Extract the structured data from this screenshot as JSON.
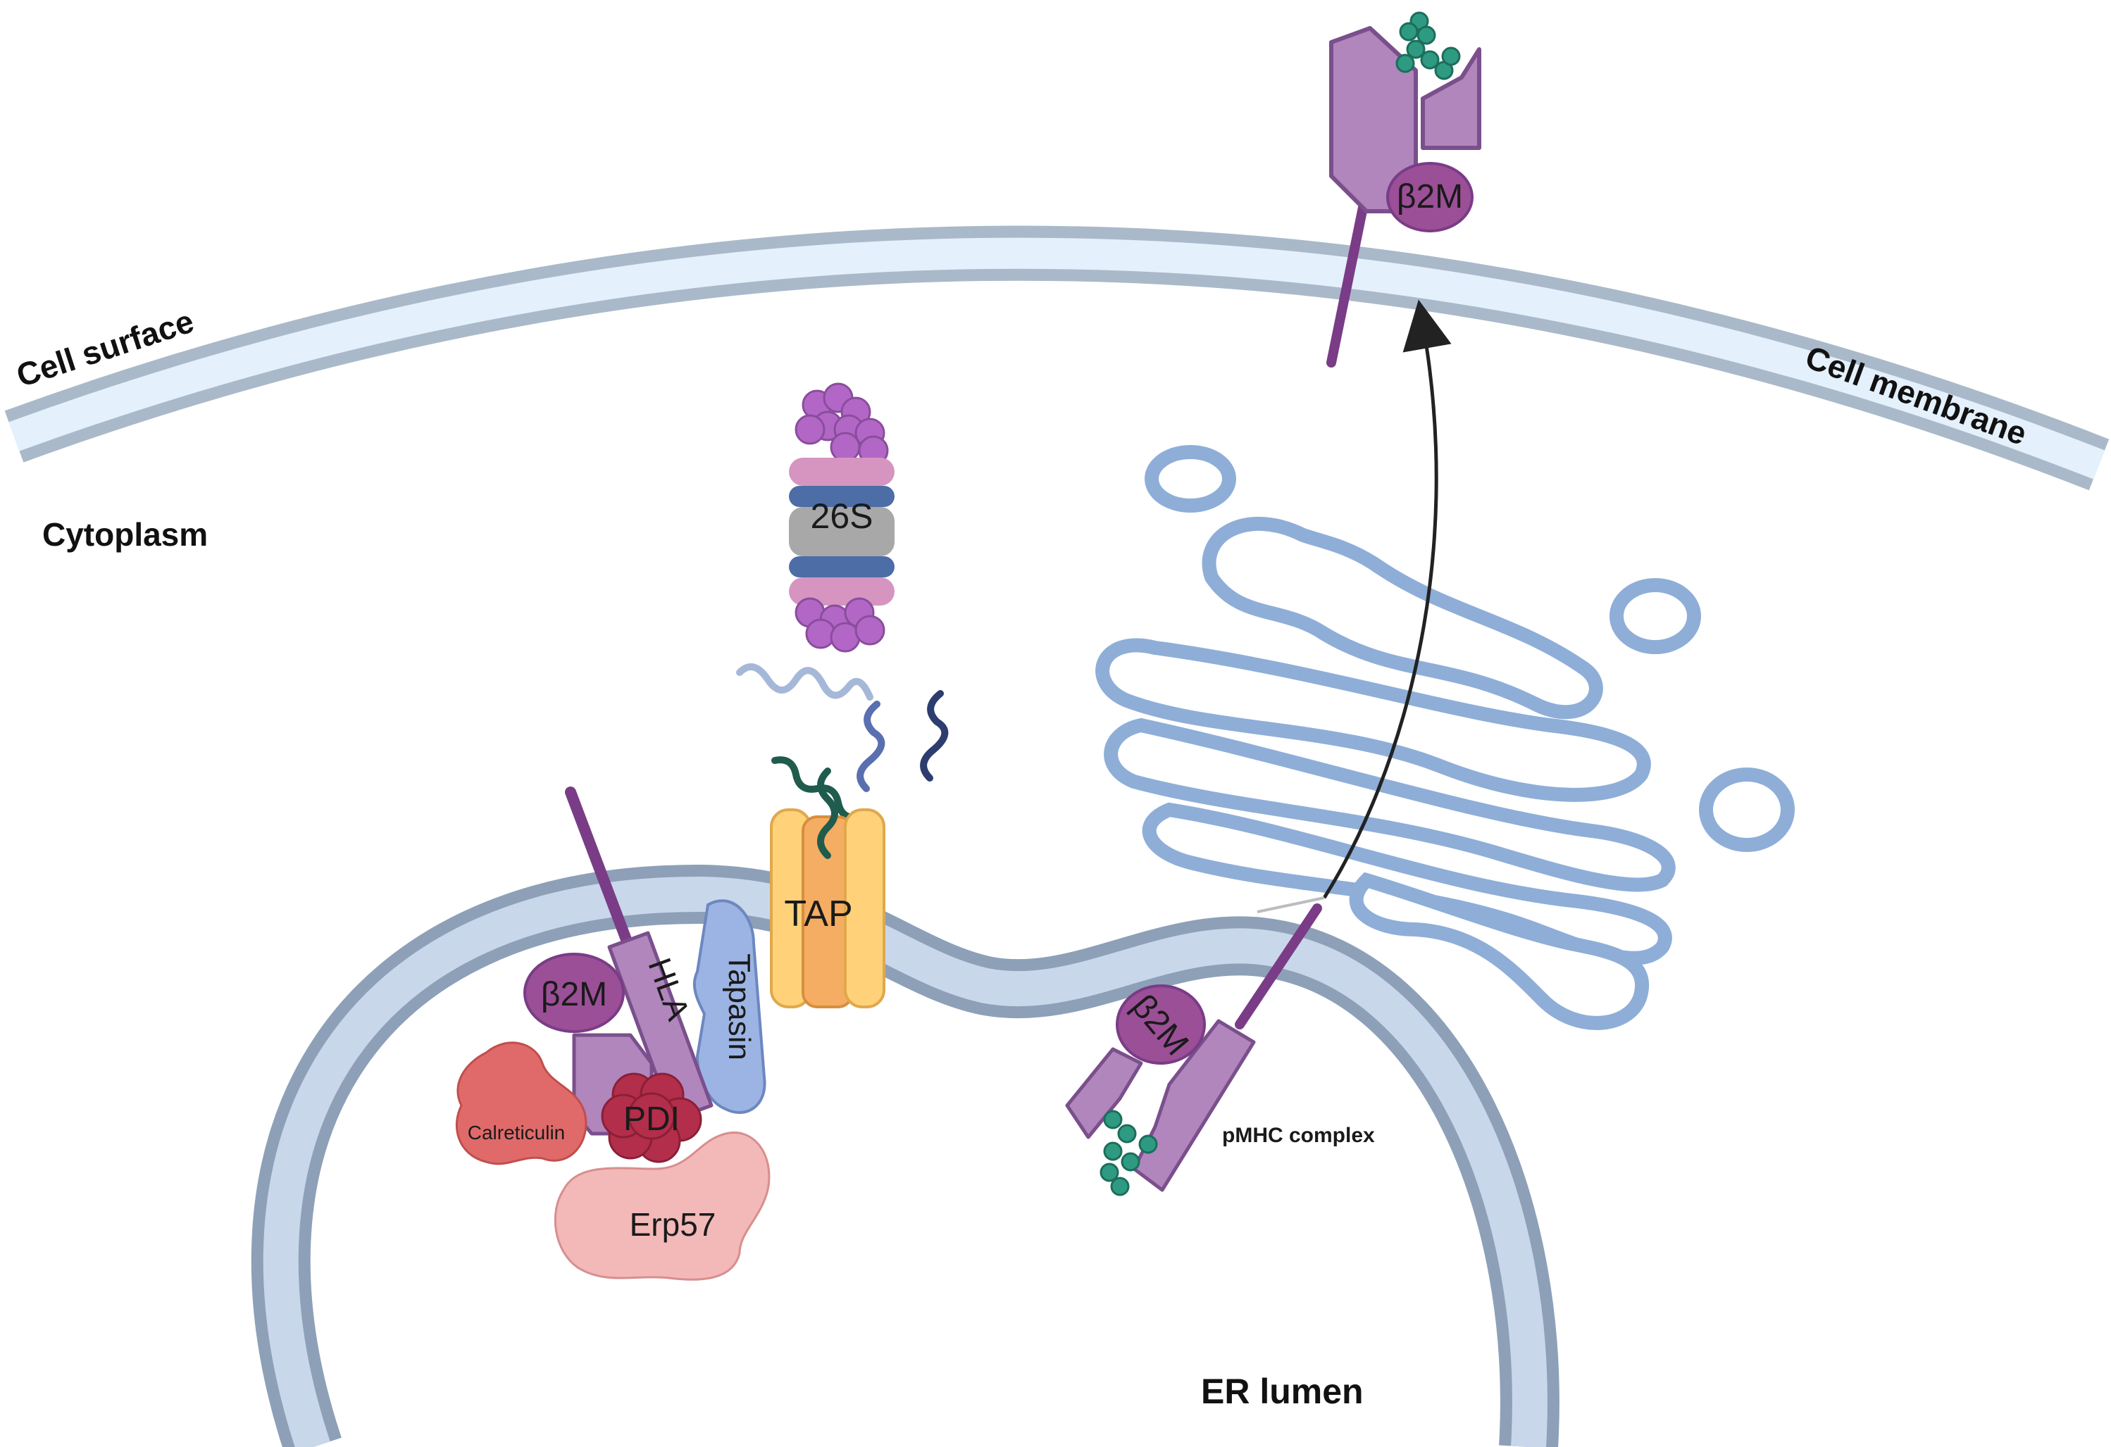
{
  "labels": {
    "cell_surface": "Cell surface",
    "cell_membrane": "Cell membrane",
    "cytoplasm": "Cytoplasm",
    "er_lumen": "ER lumen",
    "proteasome": "26S",
    "tap": "TAP",
    "tapasin": "Tapasin",
    "hla": "HLA",
    "b2m_loading": "β2M",
    "b2m_er": "β2M",
    "b2m_surface": "β2M",
    "pdi": "PDI",
    "calreticulin": "Calreticulin",
    "erp57": "Erp57",
    "pmhc_complex": "pMHC complex"
  },
  "colors": {
    "membrane_outer": "#a9b9c9",
    "membrane_inner": "#e4f0fb",
    "er_membrane_outer": "#8da0b8",
    "er_membrane_inner": "#c9d7ea",
    "golgi_stroke": "#8eaed8",
    "golgi_fill": "#ffffff",
    "mhc_heavy_chain": "#b086bd",
    "mhc_stroke": "#7a4f8c",
    "b2m": "#9b4f97",
    "anchor_stalk": "#7a3c86",
    "peptide_teal": "#2e9a82",
    "tap_orange": "#f4ad62",
    "tap_yellow": "#ffd27a",
    "tapasin_blue": "#9cb4e3",
    "pdi_red": "#b32e4b",
    "calreticulin_red": "#e06a6a",
    "erp57_pink": "#f3b8b8",
    "proteasome_purple": "#b267c7",
    "proteasome_pink": "#d595c0",
    "proteasome_blue": "#4c6da6",
    "proteasome_gray": "#a8a8a8",
    "arrow": "#222222"
  }
}
